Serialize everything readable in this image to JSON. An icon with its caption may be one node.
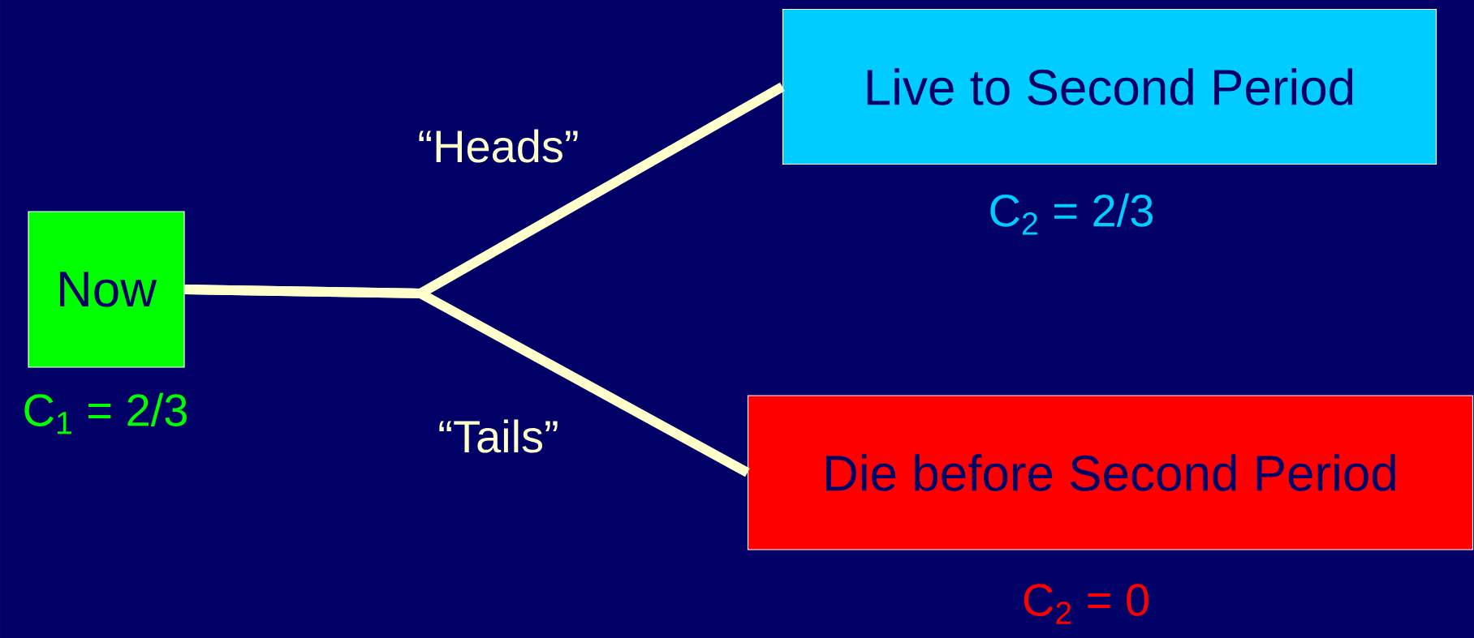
{
  "diagram": {
    "nodes": [
      {
        "text": [
          "Now"
        ],
        "beside": [
          "C$_{1}$ = 2/3"
        ]
      },
      {
        "text": [
          "Live to Second Period"
        ],
        "beside": [
          "C$_{2}$ = 2/3"
        ]
      },
      {
        "text": [
          "Die before Second Period"
        ],
        "beside": [
          "C$_{2}$ = 0"
        ]
      }
    ],
    "edges": [
      {
        "from": 0,
        "to": 1,
        "arrow": "none",
        "label": "“Heads”"
      },
      {
        "from": 0,
        "to": 2,
        "arrow": "none",
        "label": "“Tails”"
      }
    ]
  }
}
